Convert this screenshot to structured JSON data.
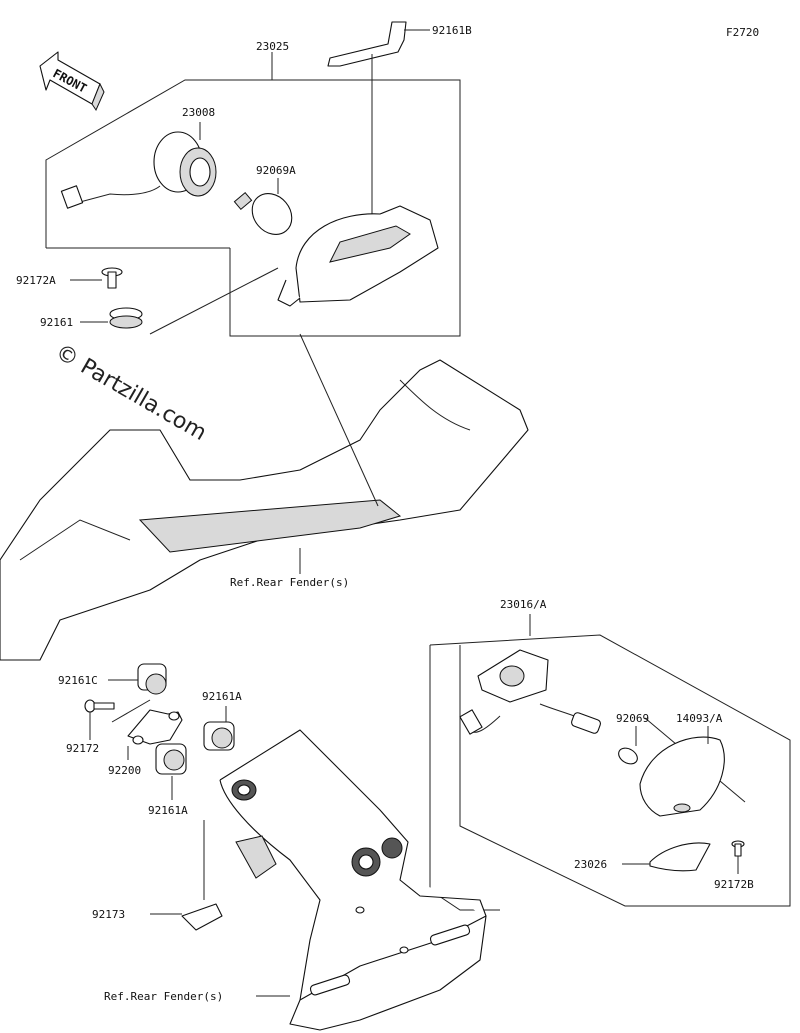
{
  "figure_code": "F2720",
  "front_arrow_label": "FRONT",
  "watermark": "© Partzilla.com",
  "callouts": [
    {
      "id": "23025",
      "text": "23025"
    },
    {
      "id": "92161B",
      "text": "92161B"
    },
    {
      "id": "23008",
      "text": "23008"
    },
    {
      "id": "92069A",
      "text": "92069A"
    },
    {
      "id": "92172A",
      "text": "92172A"
    },
    {
      "id": "92161",
      "text": "92161"
    },
    {
      "id": "ref-rear-fender-1",
      "text": "Ref.Rear Fender(s)"
    },
    {
      "id": "23016A",
      "text": "23016/A"
    },
    {
      "id": "92161C",
      "text": "92161C"
    },
    {
      "id": "92161A-1",
      "text": "92161A"
    },
    {
      "id": "92172",
      "text": "92172"
    },
    {
      "id": "92200",
      "text": "92200"
    },
    {
      "id": "92161A-2",
      "text": "92161A"
    },
    {
      "id": "92069",
      "text": "92069"
    },
    {
      "id": "14093A",
      "text": "14093/A"
    },
    {
      "id": "23026",
      "text": "23026"
    },
    {
      "id": "92172B",
      "text": "92172B"
    },
    {
      "id": "92173",
      "text": "92173"
    },
    {
      "id": "ref-rear-fender-2",
      "text": "Ref.Rear Fender(s)"
    }
  ]
}
